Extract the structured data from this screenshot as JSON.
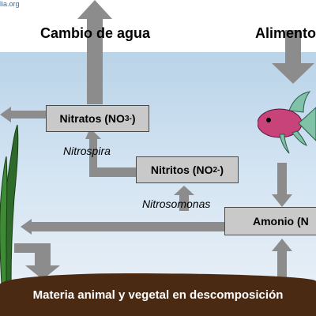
{
  "credit": "lia.org",
  "titles": {
    "water_change": "Cambio de agua",
    "food": "Alimento"
  },
  "boxes": {
    "nitrates": {
      "label": "Nitratos (NO",
      "sub": "3",
      "sup": "-",
      "close": ")"
    },
    "nitrites": {
      "label": "Nitritos (NO",
      "sub": "2",
      "sup": "-",
      "close": ")"
    },
    "ammonia": {
      "label": "Amonio  (N"
    }
  },
  "bacteria": {
    "nitrospira": "Nitrospira",
    "nitrosomonas": "Nitrosomonas"
  },
  "bottom_label": "Materia animal y vegetal en descomposición",
  "colors": {
    "arrow": "#8c8c8c",
    "box": "#c9c9c9",
    "water_top": "#b9d3e8",
    "sediment": "#4b2a14",
    "plant": "#2e6b2a",
    "fish": "#c8437a"
  }
}
